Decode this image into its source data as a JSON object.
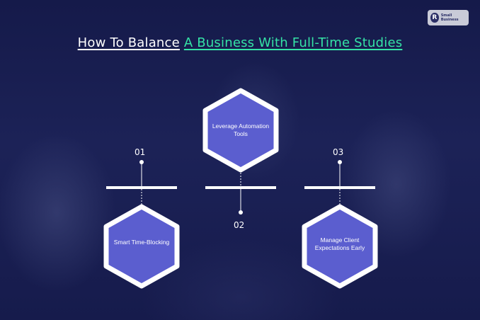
{
  "title": {
    "part1": "How To Balance",
    "part2": "A Business With Full-Time Studies"
  },
  "logo": {
    "mark": "R",
    "text": "Small Business"
  },
  "steps": [
    {
      "number": "01",
      "label": "Smart Time-Blocking"
    },
    {
      "number": "02",
      "label": "Leverage Automation Tools"
    },
    {
      "number": "03",
      "label": "Manage Client Expectations Early"
    }
  ],
  "colors": {
    "background": "#1c2257",
    "hex_fill": "#5b5ecf",
    "hex_border": "#ffffff",
    "accent": "#35e3a6"
  }
}
